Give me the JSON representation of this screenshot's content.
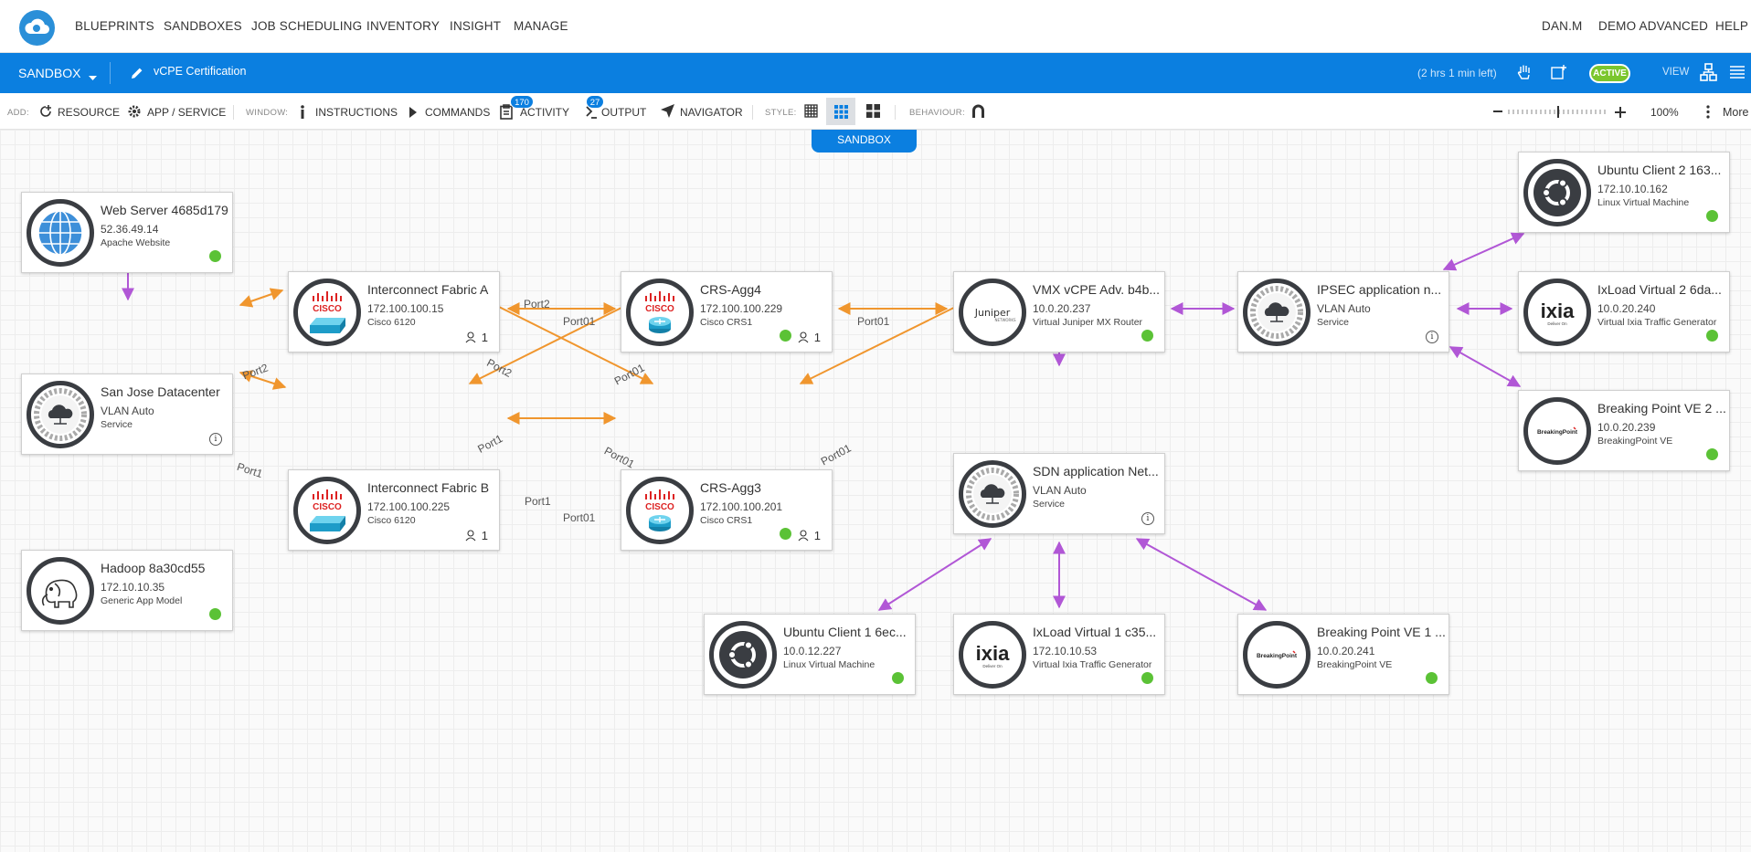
{
  "topnav": {
    "menu": [
      "BLUEPRINTS",
      "SANDBOXES",
      "JOB SCHEDULING",
      "INVENTORY",
      "INSIGHT",
      "MANAGE"
    ],
    "user": "DAN.M",
    "domain": "DEMO ADVANCED",
    "help": "HELP"
  },
  "sandbox_bar": {
    "label": "SANDBOX",
    "name": "vCPE Certification",
    "time_left": "(2 hrs 1 min left)",
    "status": "ACTIVE",
    "view_label": "VIEW"
  },
  "toolbar": {
    "add_label": "ADD:",
    "resource": "RESOURCE",
    "app_service": "APP / SERVICE",
    "window_label": "WINDOW:",
    "instructions": "INSTRUCTIONS",
    "commands": "COMMANDS",
    "activity": "ACTIVITY",
    "activity_count": "170",
    "output": "OUTPUT",
    "output_count": "27",
    "navigator": "NAVIGATOR",
    "style_label": "STYLE:",
    "behaviour_label": "BEHAVIOUR:",
    "zoom": "100%",
    "more": "More"
  },
  "canvas": {
    "sandbox_tab": "SANDBOX",
    "nodes": {
      "web_server": {
        "title": "Web Server 4685d179",
        "ip": "52.36.49.14",
        "sub": "Apache Website",
        "icon": "globe-icon"
      },
      "san_jose": {
        "title": "San Jose Datacenter",
        "ip": "VLAN Auto",
        "sub": "Service",
        "icon": "cloud-gear-icon"
      },
      "hadoop": {
        "title": "Hadoop 8a30cd55",
        "ip": "172.10.10.35",
        "sub": "Generic App Model",
        "icon": "elephant-icon"
      },
      "fabric_a": {
        "title": "Interconnect Fabric A",
        "ip": "172.100.100.15",
        "sub": "Cisco 6120",
        "users": "1",
        "icon": "cisco-switch-icon"
      },
      "fabric_b": {
        "title": "Interconnect Fabric B",
        "ip": "172.100.100.225",
        "sub": "Cisco 6120",
        "users": "1",
        "icon": "cisco-switch-icon"
      },
      "crs_agg4": {
        "title": "CRS-Agg4",
        "ip": "172.100.100.229",
        "sub": "Cisco CRS1",
        "users": "1",
        "icon": "cisco-router-icon"
      },
      "crs_agg3": {
        "title": "CRS-Agg3",
        "ip": "172.100.100.201",
        "sub": "Cisco CRS1",
        "users": "1",
        "icon": "cisco-router-icon"
      },
      "vmx": {
        "title": "VMX vCPE Adv. b4b...",
        "ip": "10.0.20.237",
        "sub": "Virtual Juniper MX Router",
        "icon": "juniper-icon"
      },
      "sdn": {
        "title": "SDN application Net...",
        "ip": "VLAN Auto",
        "sub": "Service",
        "icon": "cloud-gear-icon"
      },
      "ipsec": {
        "title": "IPSEC application n...",
        "ip": "VLAN Auto",
        "sub": "Service",
        "icon": "cloud-gear-icon"
      },
      "ubuntu2": {
        "title": "Ubuntu Client 2 163...",
        "ip": "172.10.10.162",
        "sub": "Linux Virtual Machine",
        "icon": "ubuntu-icon"
      },
      "ixload2": {
        "title": "IxLoad Virtual 2 6da...",
        "ip": "10.0.20.240",
        "sub": "Virtual Ixia Traffic Generator",
        "icon": "ixia-icon"
      },
      "bp2": {
        "title": "Breaking Point VE 2 ...",
        "ip": "10.0.20.239",
        "sub": "BreakingPoint VE",
        "icon": "breakingpoint-icon"
      },
      "ubuntu1": {
        "title": "Ubuntu Client 1 6ec...",
        "ip": "10.0.12.227",
        "sub": "Linux Virtual Machine",
        "icon": "ubuntu-icon"
      },
      "ixload1": {
        "title": "IxLoad Virtual 1 c35...",
        "ip": "172.10.10.53",
        "sub": "Virtual Ixia Traffic Generator",
        "icon": "ixia-icon"
      },
      "bp1": {
        "title": "Breaking Point VE 1 ...",
        "ip": "10.0.20.241",
        "sub": "BreakingPoint VE",
        "icon": "breakingpoint-icon"
      }
    },
    "port_labels": {
      "port2": "Port2",
      "port01": "Port01",
      "port1": "Port1"
    },
    "colors": {
      "physical_link": "#f0962e",
      "service_link": "#b157d6",
      "status_up": "#5bc236",
      "accent": "#0b7fe0"
    }
  }
}
